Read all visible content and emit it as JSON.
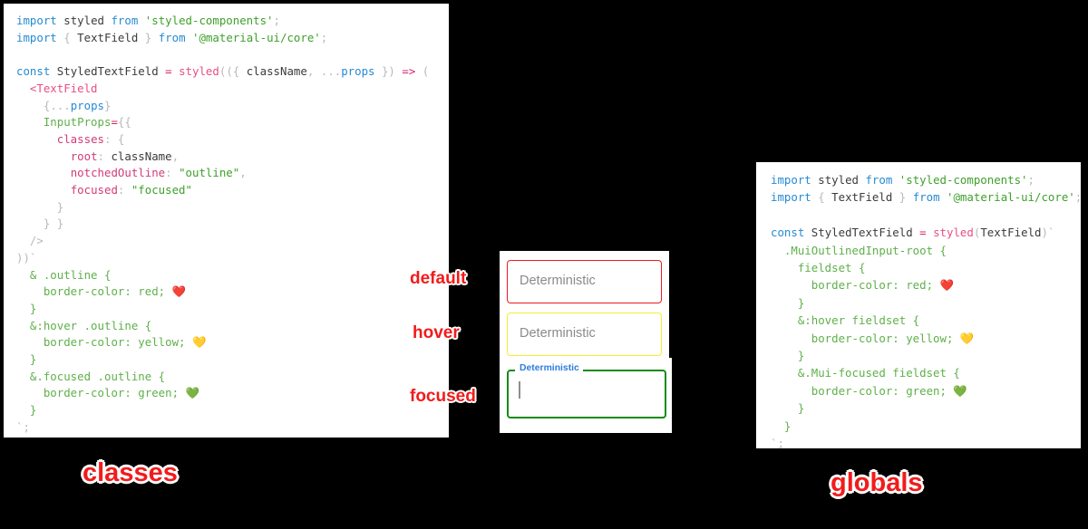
{
  "background_color": "#000000",
  "panels": {
    "classes": {
      "caption": "classes",
      "caption_color": "#f21b1b",
      "background": "#ffffff",
      "code_lines": [
        [
          {
            "t": "import",
            "c": "kw"
          },
          {
            "t": " ",
            "c": "plain"
          },
          {
            "t": "styled",
            "c": "id"
          },
          {
            "t": " ",
            "c": "plain"
          },
          {
            "t": "from",
            "c": "kw"
          },
          {
            "t": " ",
            "c": "plain"
          },
          {
            "t": "'styled-components'",
            "c": "str"
          },
          {
            "t": ";",
            "c": "punc"
          }
        ],
        [
          {
            "t": "import",
            "c": "kw"
          },
          {
            "t": " ",
            "c": "plain"
          },
          {
            "t": "{",
            "c": "punc"
          },
          {
            "t": " ",
            "c": "plain"
          },
          {
            "t": "TextField",
            "c": "id"
          },
          {
            "t": " ",
            "c": "plain"
          },
          {
            "t": "}",
            "c": "punc"
          },
          {
            "t": " ",
            "c": "plain"
          },
          {
            "t": "from",
            "c": "kw"
          },
          {
            "t": " ",
            "c": "plain"
          },
          {
            "t": "'@material-ui/core'",
            "c": "str"
          },
          {
            "t": ";",
            "c": "punc"
          }
        ],
        [],
        [
          {
            "t": "const",
            "c": "kw"
          },
          {
            "t": " ",
            "c": "plain"
          },
          {
            "t": "StyledTextField",
            "c": "id"
          },
          {
            "t": " ",
            "c": "plain"
          },
          {
            "t": "=",
            "c": "op"
          },
          {
            "t": " ",
            "c": "plain"
          },
          {
            "t": "styled",
            "c": "fn"
          },
          {
            "t": "((",
            "c": "punc"
          },
          {
            "t": "{",
            "c": "punc"
          },
          {
            "t": " ",
            "c": "plain"
          },
          {
            "t": "className",
            "c": "id"
          },
          {
            "t": ",",
            "c": "punc"
          },
          {
            "t": " ",
            "c": "plain"
          },
          {
            "t": "...",
            "c": "punc"
          },
          {
            "t": "props",
            "c": "var"
          },
          {
            "t": " ",
            "c": "plain"
          },
          {
            "t": "})",
            "c": "punc"
          },
          {
            "t": " ",
            "c": "plain"
          },
          {
            "t": "=>",
            "c": "op"
          },
          {
            "t": " ",
            "c": "plain"
          },
          {
            "t": "(",
            "c": "punc"
          }
        ],
        [
          {
            "t": "  ",
            "c": "plain"
          },
          {
            "t": "<TextField",
            "c": "tag"
          }
        ],
        [
          {
            "t": "    ",
            "c": "plain"
          },
          {
            "t": "{",
            "c": "punc"
          },
          {
            "t": "...",
            "c": "punc"
          },
          {
            "t": "props",
            "c": "var"
          },
          {
            "t": "}",
            "c": "punc"
          }
        ],
        [
          {
            "t": "    ",
            "c": "plain"
          },
          {
            "t": "InputProps",
            "c": "css"
          },
          {
            "t": "=",
            "c": "op"
          },
          {
            "t": "{{",
            "c": "punc"
          }
        ],
        [
          {
            "t": "      ",
            "c": "plain"
          },
          {
            "t": "classes",
            "c": "prop"
          },
          {
            "t": ":",
            "c": "punc"
          },
          {
            "t": " ",
            "c": "plain"
          },
          {
            "t": "{",
            "c": "punc"
          }
        ],
        [
          {
            "t": "        ",
            "c": "plain"
          },
          {
            "t": "root",
            "c": "prop"
          },
          {
            "t": ":",
            "c": "punc"
          },
          {
            "t": " ",
            "c": "plain"
          },
          {
            "t": "className",
            "c": "id"
          },
          {
            "t": ",",
            "c": "punc"
          }
        ],
        [
          {
            "t": "        ",
            "c": "plain"
          },
          {
            "t": "notchedOutline",
            "c": "prop"
          },
          {
            "t": ":",
            "c": "punc"
          },
          {
            "t": " ",
            "c": "plain"
          },
          {
            "t": "\"outline\"",
            "c": "str"
          },
          {
            "t": ",",
            "c": "punc"
          }
        ],
        [
          {
            "t": "        ",
            "c": "plain"
          },
          {
            "t": "focused",
            "c": "prop"
          },
          {
            "t": ":",
            "c": "punc"
          },
          {
            "t": " ",
            "c": "plain"
          },
          {
            "t": "\"focused\"",
            "c": "str"
          }
        ],
        [
          {
            "t": "      ",
            "c": "plain"
          },
          {
            "t": "}",
            "c": "punc"
          }
        ],
        [
          {
            "t": "    ",
            "c": "plain"
          },
          {
            "t": "} }",
            "c": "punc"
          }
        ],
        [
          {
            "t": "  ",
            "c": "plain"
          },
          {
            "t": "/>",
            "c": "punc"
          }
        ],
        [
          {
            "t": "))`",
            "c": "punc"
          }
        ],
        [
          {
            "t": "  ",
            "c": "plain"
          },
          {
            "t": "& .outline {",
            "c": "css"
          }
        ],
        [
          {
            "t": "    ",
            "c": "plain"
          },
          {
            "t": "border-color: red; ",
            "c": "css"
          },
          {
            "t": "❤️",
            "c": "emoji"
          }
        ],
        [
          {
            "t": "  ",
            "c": "plain"
          },
          {
            "t": "}",
            "c": "css"
          }
        ],
        [
          {
            "t": "  ",
            "c": "plain"
          },
          {
            "t": "&:hover .outline {",
            "c": "css"
          }
        ],
        [
          {
            "t": "    ",
            "c": "plain"
          },
          {
            "t": "border-color: yellow; ",
            "c": "css"
          },
          {
            "t": "💛",
            "c": "emoji"
          }
        ],
        [
          {
            "t": "  ",
            "c": "plain"
          },
          {
            "t": "}",
            "c": "css"
          }
        ],
        [
          {
            "t": "  ",
            "c": "plain"
          },
          {
            "t": "&.focused .outline {",
            "c": "css"
          }
        ],
        [
          {
            "t": "    ",
            "c": "plain"
          },
          {
            "t": "border-color: green; ",
            "c": "css"
          },
          {
            "t": "💚",
            "c": "emoji"
          }
        ],
        [
          {
            "t": "  ",
            "c": "plain"
          },
          {
            "t": "}",
            "c": "css"
          }
        ],
        [
          {
            "t": "`;",
            "c": "punc"
          }
        ]
      ]
    },
    "globals": {
      "caption": "globals",
      "caption_color": "#f21b1b",
      "background": "#ffffff",
      "code_lines": [
        [
          {
            "t": "import",
            "c": "kw"
          },
          {
            "t": " ",
            "c": "plain"
          },
          {
            "t": "styled",
            "c": "id"
          },
          {
            "t": " ",
            "c": "plain"
          },
          {
            "t": "from",
            "c": "kw"
          },
          {
            "t": " ",
            "c": "plain"
          },
          {
            "t": "'styled-components'",
            "c": "str"
          },
          {
            "t": ";",
            "c": "punc"
          }
        ],
        [
          {
            "t": "import",
            "c": "kw"
          },
          {
            "t": " ",
            "c": "plain"
          },
          {
            "t": "{",
            "c": "punc"
          },
          {
            "t": " ",
            "c": "plain"
          },
          {
            "t": "TextField",
            "c": "id"
          },
          {
            "t": " ",
            "c": "plain"
          },
          {
            "t": "}",
            "c": "punc"
          },
          {
            "t": " ",
            "c": "plain"
          },
          {
            "t": "from",
            "c": "kw"
          },
          {
            "t": " ",
            "c": "plain"
          },
          {
            "t": "'@material-ui/core'",
            "c": "str"
          },
          {
            "t": ";",
            "c": "punc"
          }
        ],
        [],
        [
          {
            "t": "const",
            "c": "kw"
          },
          {
            "t": " ",
            "c": "plain"
          },
          {
            "t": "StyledTextField",
            "c": "id"
          },
          {
            "t": " ",
            "c": "plain"
          },
          {
            "t": "=",
            "c": "op"
          },
          {
            "t": " ",
            "c": "plain"
          },
          {
            "t": "styled",
            "c": "fn"
          },
          {
            "t": "(",
            "c": "punc"
          },
          {
            "t": "TextField",
            "c": "id"
          },
          {
            "t": ")`",
            "c": "punc"
          }
        ],
        [
          {
            "t": "  ",
            "c": "plain"
          },
          {
            "t": ".MuiOutlinedInput-root {",
            "c": "css"
          }
        ],
        [
          {
            "t": "    ",
            "c": "plain"
          },
          {
            "t": "fieldset {",
            "c": "css"
          }
        ],
        [
          {
            "t": "      ",
            "c": "plain"
          },
          {
            "t": "border-color: red; ",
            "c": "css"
          },
          {
            "t": "❤️",
            "c": "emoji"
          }
        ],
        [
          {
            "t": "    ",
            "c": "plain"
          },
          {
            "t": "}",
            "c": "css"
          }
        ],
        [
          {
            "t": "    ",
            "c": "plain"
          },
          {
            "t": "&:hover fieldset {",
            "c": "css"
          }
        ],
        [
          {
            "t": "      ",
            "c": "plain"
          },
          {
            "t": "border-color: yellow; ",
            "c": "css"
          },
          {
            "t": "💛",
            "c": "emoji"
          }
        ],
        [
          {
            "t": "    ",
            "c": "plain"
          },
          {
            "t": "}",
            "c": "css"
          }
        ],
        [
          {
            "t": "    ",
            "c": "plain"
          },
          {
            "t": "&.Mui-focused fieldset {",
            "c": "css"
          }
        ],
        [
          {
            "t": "      ",
            "c": "plain"
          },
          {
            "t": "border-color: green; ",
            "c": "css"
          },
          {
            "t": "💚",
            "c": "emoji"
          }
        ],
        [
          {
            "t": "    ",
            "c": "plain"
          },
          {
            "t": "}",
            "c": "css"
          }
        ],
        [
          {
            "t": "  ",
            "c": "plain"
          },
          {
            "t": "}",
            "c": "css"
          }
        ],
        [
          {
            "t": "`;",
            "c": "punc"
          }
        ]
      ]
    }
  },
  "preview": {
    "fields": [
      {
        "state": "default",
        "state_label": "default",
        "value": "",
        "placeholder": "Deterministic",
        "border_color": "#f01a1a"
      },
      {
        "state": "hover",
        "state_label": "hover",
        "value": "",
        "placeholder": "Deterministic",
        "border_color": "#f6ee2a"
      },
      {
        "state": "focused",
        "state_label": "focused",
        "value": "",
        "label": "Deterministic",
        "label_color": "#2e7ddd",
        "border_color": "#148a14"
      }
    ]
  }
}
